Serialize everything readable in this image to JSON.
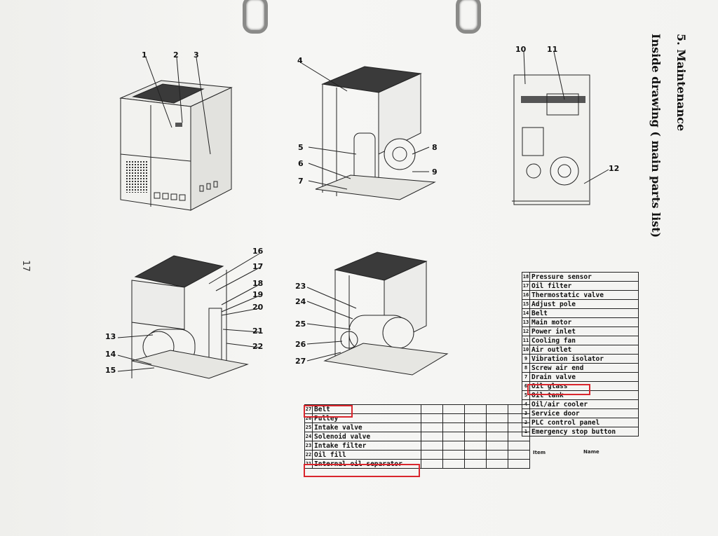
{
  "section_title": "5. Maintenance",
  "subtitle": "Inside drawing ( main parts list)",
  "page_number": "17",
  "callouts": [
    "1",
    "2",
    "3",
    "4",
    "5",
    "6",
    "7",
    "8",
    "9",
    "10",
    "11",
    "12",
    "13",
    "14",
    "15",
    "16",
    "17",
    "18",
    "19",
    "20",
    "21",
    "22",
    "23",
    "24",
    "25",
    "26",
    "27"
  ],
  "right_table": {
    "header_no": "Item",
    "header_name": "Name",
    "rows": [
      {
        "no": "18",
        "name": "Pressure sensor"
      },
      {
        "no": "17",
        "name": "Oil filter"
      },
      {
        "no": "16",
        "name": "Thermostatic valve"
      },
      {
        "no": "15",
        "name": "Adjust pole"
      },
      {
        "no": "14",
        "name": "Belt"
      },
      {
        "no": "13",
        "name": "Main motor"
      },
      {
        "no": "12",
        "name": "Power inlet"
      },
      {
        "no": "11",
        "name": "Cooling fan"
      },
      {
        "no": "10",
        "name": "Air outlet"
      },
      {
        "no": "9",
        "name": "Vibration isolator"
      },
      {
        "no": "8",
        "name": "Screw air end"
      },
      {
        "no": "7",
        "name": "Drain valve"
      },
      {
        "no": "6",
        "name": "Oil glass"
      },
      {
        "no": "5",
        "name": "Oil tank"
      },
      {
        "no": "4",
        "name": "Oil/air cooler"
      },
      {
        "no": "3",
        "name": "Service door"
      },
      {
        "no": "2",
        "name": "PLC control panel"
      },
      {
        "no": "1",
        "name": "Emergency stop button"
      }
    ]
  },
  "left_table": {
    "rows": [
      {
        "no": "27",
        "name": "Belt"
      },
      {
        "no": "26",
        "name": "Pulley"
      },
      {
        "no": "25",
        "name": "Intake valve"
      },
      {
        "no": "24",
        "name": "Solenoid valve"
      },
      {
        "no": "23",
        "name": "Intake filter"
      },
      {
        "no": "22",
        "name": "Oil fill"
      },
      {
        "no": "21",
        "name": "Internal oil separator"
      }
    ]
  },
  "highlight_color": "#d9262d"
}
